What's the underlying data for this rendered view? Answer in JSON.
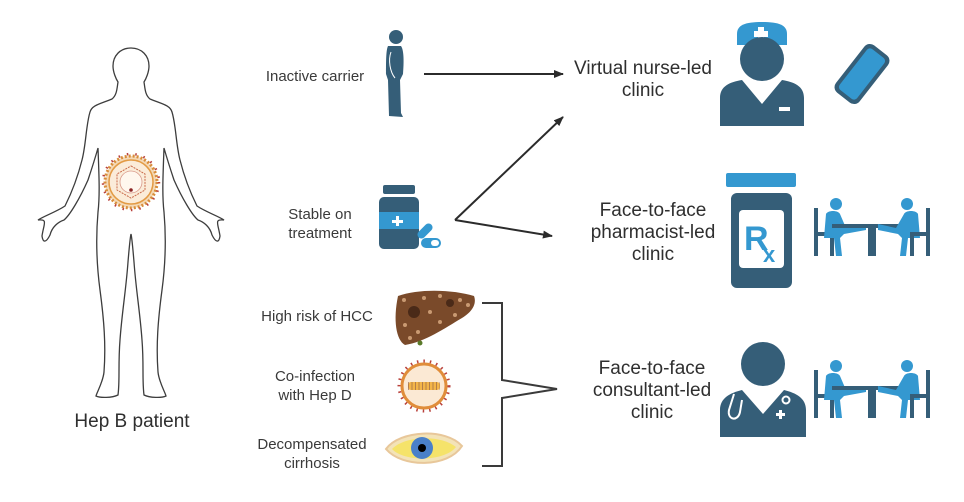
{
  "patient": {
    "label": "Hep B patient",
    "icon": "human-body-outline-with-hepatitis-b-virus"
  },
  "categories": [
    {
      "id": "inactive",
      "label_lines": [
        "Inactive carrier"
      ],
      "icon": "standing-person-icon"
    },
    {
      "id": "stable",
      "label_lines": [
        "Stable on",
        "treatment"
      ],
      "icon": "medicine-bottle-and-pills-icon"
    },
    {
      "id": "hcc",
      "label_lines": [
        "High risk of HCC"
      ],
      "icon": "diseased-liver-icon"
    },
    {
      "id": "hepd",
      "label_lines": [
        "Co-infection",
        "with Hep D"
      ],
      "icon": "hepatitis-d-virus-icon"
    },
    {
      "id": "cirrhosis",
      "label_lines": [
        "Decompensated",
        "cirrhosis"
      ],
      "icon": "jaundiced-eye-icon"
    }
  ],
  "clinics": [
    {
      "id": "nurse",
      "label_lines": [
        "Virtual nurse-led",
        "clinic"
      ],
      "icons": [
        "nurse-icon",
        "smartphone-icon"
      ]
    },
    {
      "id": "pharmacist",
      "label_lines": [
        "Face-to-face",
        "pharmacist-led",
        "clinic"
      ],
      "icons": [
        "prescription-bottle-icon",
        "consultation-table-icon"
      ]
    },
    {
      "id": "consultant",
      "label_lines": [
        "Face-to-face",
        "consultant-led",
        "clinic"
      ],
      "icons": [
        "doctor-stethoscope-icon",
        "consultation-table-icon"
      ]
    }
  ],
  "flows": [
    {
      "from": "inactive",
      "to": "nurse"
    },
    {
      "from": "stable",
      "to": "nurse"
    },
    {
      "from": "stable",
      "to": "pharmacist"
    },
    {
      "from": [
        "hcc",
        "hepd",
        "cirrhosis"
      ],
      "to": "consultant"
    }
  ],
  "colors": {
    "dark_blue": "#355e78",
    "light_blue": "#3498d0",
    "arrow": "#2b2b2b",
    "outline": "#444444"
  }
}
